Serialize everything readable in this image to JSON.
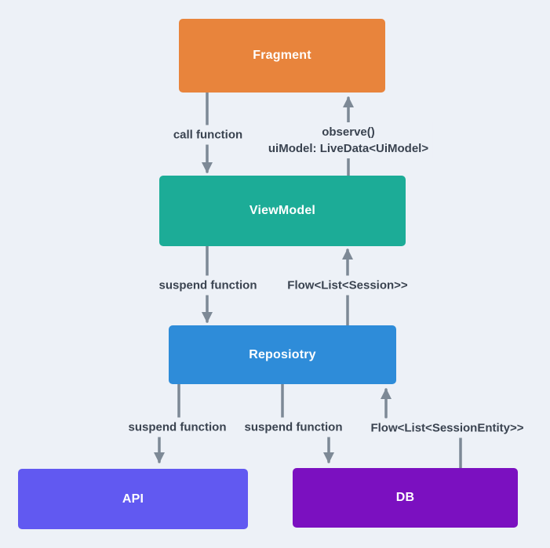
{
  "canvas": {
    "background": "#EDF1F7"
  },
  "diagram": {
    "arrow_color": "#7D8996",
    "label_color": "#3A4350",
    "nodes": [
      {
        "id": "fragment",
        "label": "Fragment",
        "color": "#E8843C"
      },
      {
        "id": "viewmodel",
        "label": "ViewModel",
        "color": "#1CAC97"
      },
      {
        "id": "repository",
        "label": "Reposiotry",
        "color": "#2E8CD9"
      },
      {
        "id": "api",
        "label": "API",
        "color": "#6159F1"
      },
      {
        "id": "db",
        "label": "DB",
        "color": "#7B10C0"
      }
    ],
    "edges": [
      {
        "from": "Fragment",
        "to": "ViewModel",
        "label": "call function"
      },
      {
        "from": "ViewModel",
        "to": "Fragment",
        "label": "observe()",
        "label2": "uiModel: LiveData<UiModel>"
      },
      {
        "from": "ViewModel",
        "to": "Reposiotry",
        "label": "suspend function"
      },
      {
        "from": "Reposiotry",
        "to": "ViewModel",
        "label": "Flow<List<Session>>"
      },
      {
        "from": "Reposiotry",
        "to": "API",
        "label": "suspend function"
      },
      {
        "from": "Reposiotry",
        "to": "DB",
        "label": "suspend function"
      },
      {
        "from": "DB",
        "to": "Reposiotry",
        "label": "Flow<List<SessionEntity>>"
      }
    ]
  }
}
